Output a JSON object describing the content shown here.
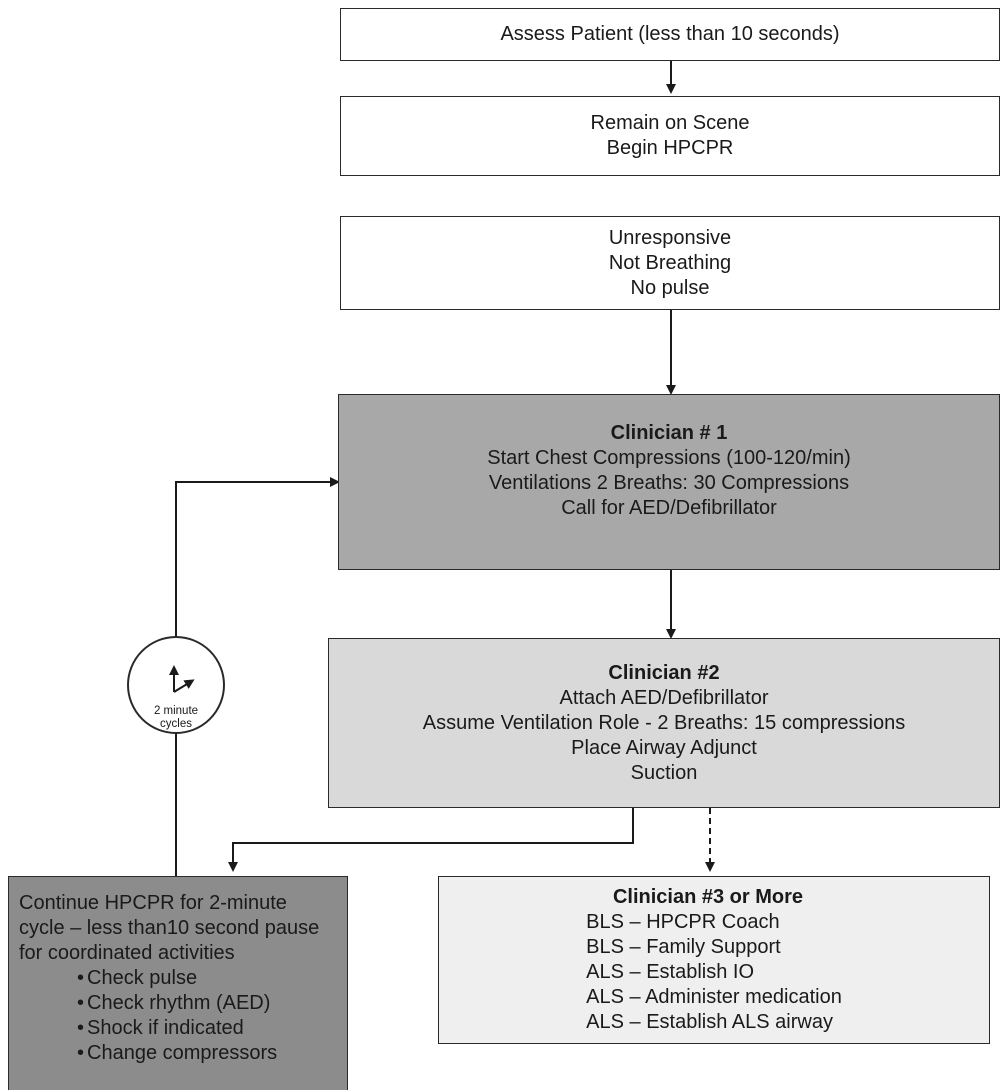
{
  "boxes": {
    "assess": {
      "lines": [
        "Assess Patient (less than 10 seconds)"
      ]
    },
    "remain": {
      "lines": [
        "Remain on Scene",
        "Begin HPCPR"
      ]
    },
    "unresponsive": {
      "lines": [
        "Unresponsive",
        "Not Breathing",
        "No pulse"
      ]
    },
    "clinician1": {
      "title": "Clinician # 1",
      "lines": [
        "Start Chest Compressions (100-120/min)",
        "Ventilations 2 Breaths: 30 Compressions",
        "Call for AED/Defibrillator"
      ],
      "fill": "#a8a8a8"
    },
    "clinician2": {
      "title": "Clinician #2",
      "lines": [
        "Attach AED/Defibrillator",
        "Assume Ventilation Role - 2 Breaths: 15 compressions",
        "Place Airway Adjunct",
        "Suction"
      ],
      "fill": "#d9d9d9"
    },
    "clinician3": {
      "title": "Clinician #3 or More",
      "lines": [
        "BLS – HPCPR Coach",
        "BLS – Family Support",
        "ALS – Establish IO",
        "ALS – Administer medication",
        "ALS – Establish ALS airway"
      ],
      "fill": "#efefef"
    },
    "continue": {
      "lines": [
        "Continue HPCPR for 2-minute",
        "cycle – less than10 second pause",
        "for coordinated activities"
      ],
      "items": [
        "Check pulse",
        "Check rhythm (AED)",
        "Shock if indicated",
        "Change compressors"
      ],
      "fill": "#8c8c8c"
    }
  },
  "timer": {
    "label_line1": "2 minute",
    "label_line2": "cycles",
    "icon": "clock-icon"
  }
}
